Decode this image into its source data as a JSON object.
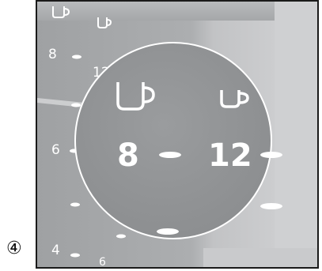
{
  "step_number": "④",
  "background_scale": {
    "top_left_label_1": "8",
    "top_left_label_2": "12",
    "mid_left_label": "6",
    "bottom_left_label_1": "4",
    "bottom_left_label_2": "6"
  },
  "magnifier": {
    "large_cup_icon": "large-cup-icon",
    "small_cup_icon": "small-cup-icon",
    "large_cup_value": "8",
    "small_cup_value": "12"
  },
  "colors": {
    "panel_base": "#a7a9ab",
    "panel_right": "#c8c9cb",
    "magnifier_fill": "#909294",
    "marks": "#ffffff"
  }
}
